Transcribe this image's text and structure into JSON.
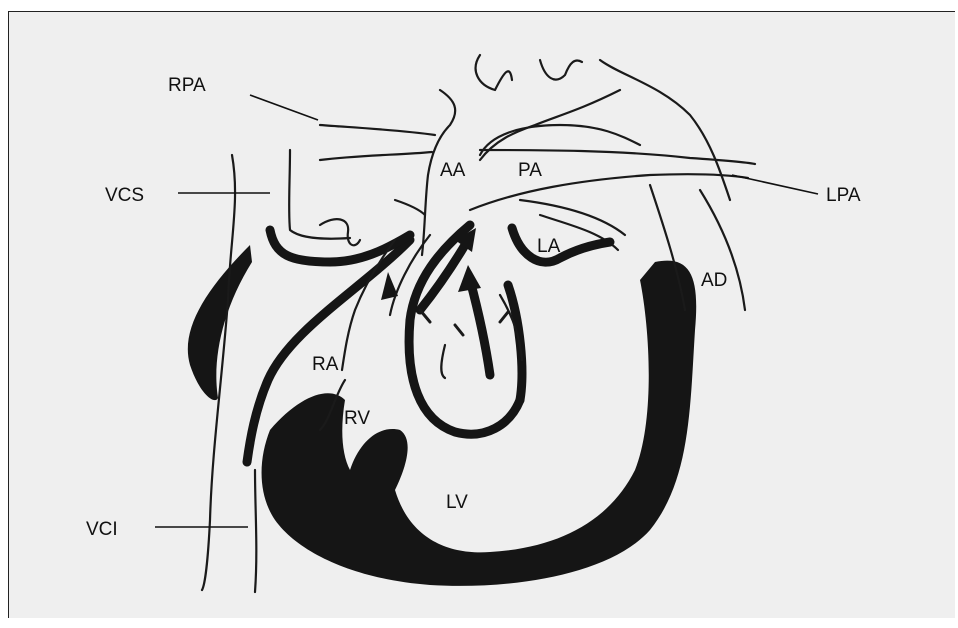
{
  "diagram": {
    "labels": {
      "rpa": "RPA",
      "vcs": "VCS",
      "aa": "AA",
      "pa": "PA",
      "lpa": "LPA",
      "la": "LA",
      "ad": "AD",
      "ra": "RA",
      "rv": "RV",
      "lv": "LV",
      "vci": "VCI"
    }
  }
}
